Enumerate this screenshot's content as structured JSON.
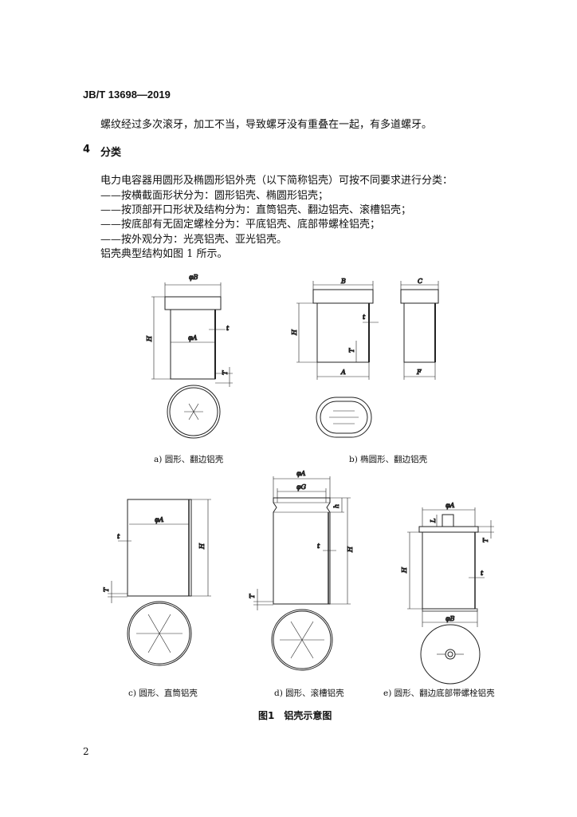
{
  "header": {
    "standard_no": "JB/T 13698—2019"
  },
  "intro_line": "螺纹经过多次滚牙，加工不当，导致螺牙没有重叠在一起，有多道螺牙。",
  "section": {
    "number": "4",
    "title": "分类"
  },
  "paragraphs": [
    "电力电容器用圆形及椭圆形铝外壳（以下简称铝壳）可按不同要求进行分类：",
    "——按横截面形状分为：圆形铝壳、椭圆形铝壳；",
    "——按顶部开口形状及结构分为：直筒铝壳、翻边铝壳、滚槽铝壳；",
    "——按底部有无固定螺栓分为：平底铝壳、底部带螺栓铝壳；",
    "——按外观分为：光亮铝壳、亚光铝壳。",
    "铝壳典型结构如图 1 所示。"
  ],
  "figure": {
    "captions": {
      "a": "a) 圆形、翻边铝壳",
      "b": "b) 椭圆形、翻边铝壳",
      "c": "c) 圆形、直筒铝壳",
      "d": "d) 圆形、滚槽铝壳",
      "e": "e) 圆形、翻边底部带螺栓铝壳"
    },
    "title": "图1　铝壳示意图",
    "labels": {
      "phiB": "φB",
      "phiA": "φA",
      "phiG": "φG",
      "H": "H",
      "t": "t",
      "T": "T",
      "h": "h",
      "L": "L",
      "A": "A",
      "B": "B",
      "C": "C",
      "F": "F"
    }
  },
  "page_number": "2"
}
